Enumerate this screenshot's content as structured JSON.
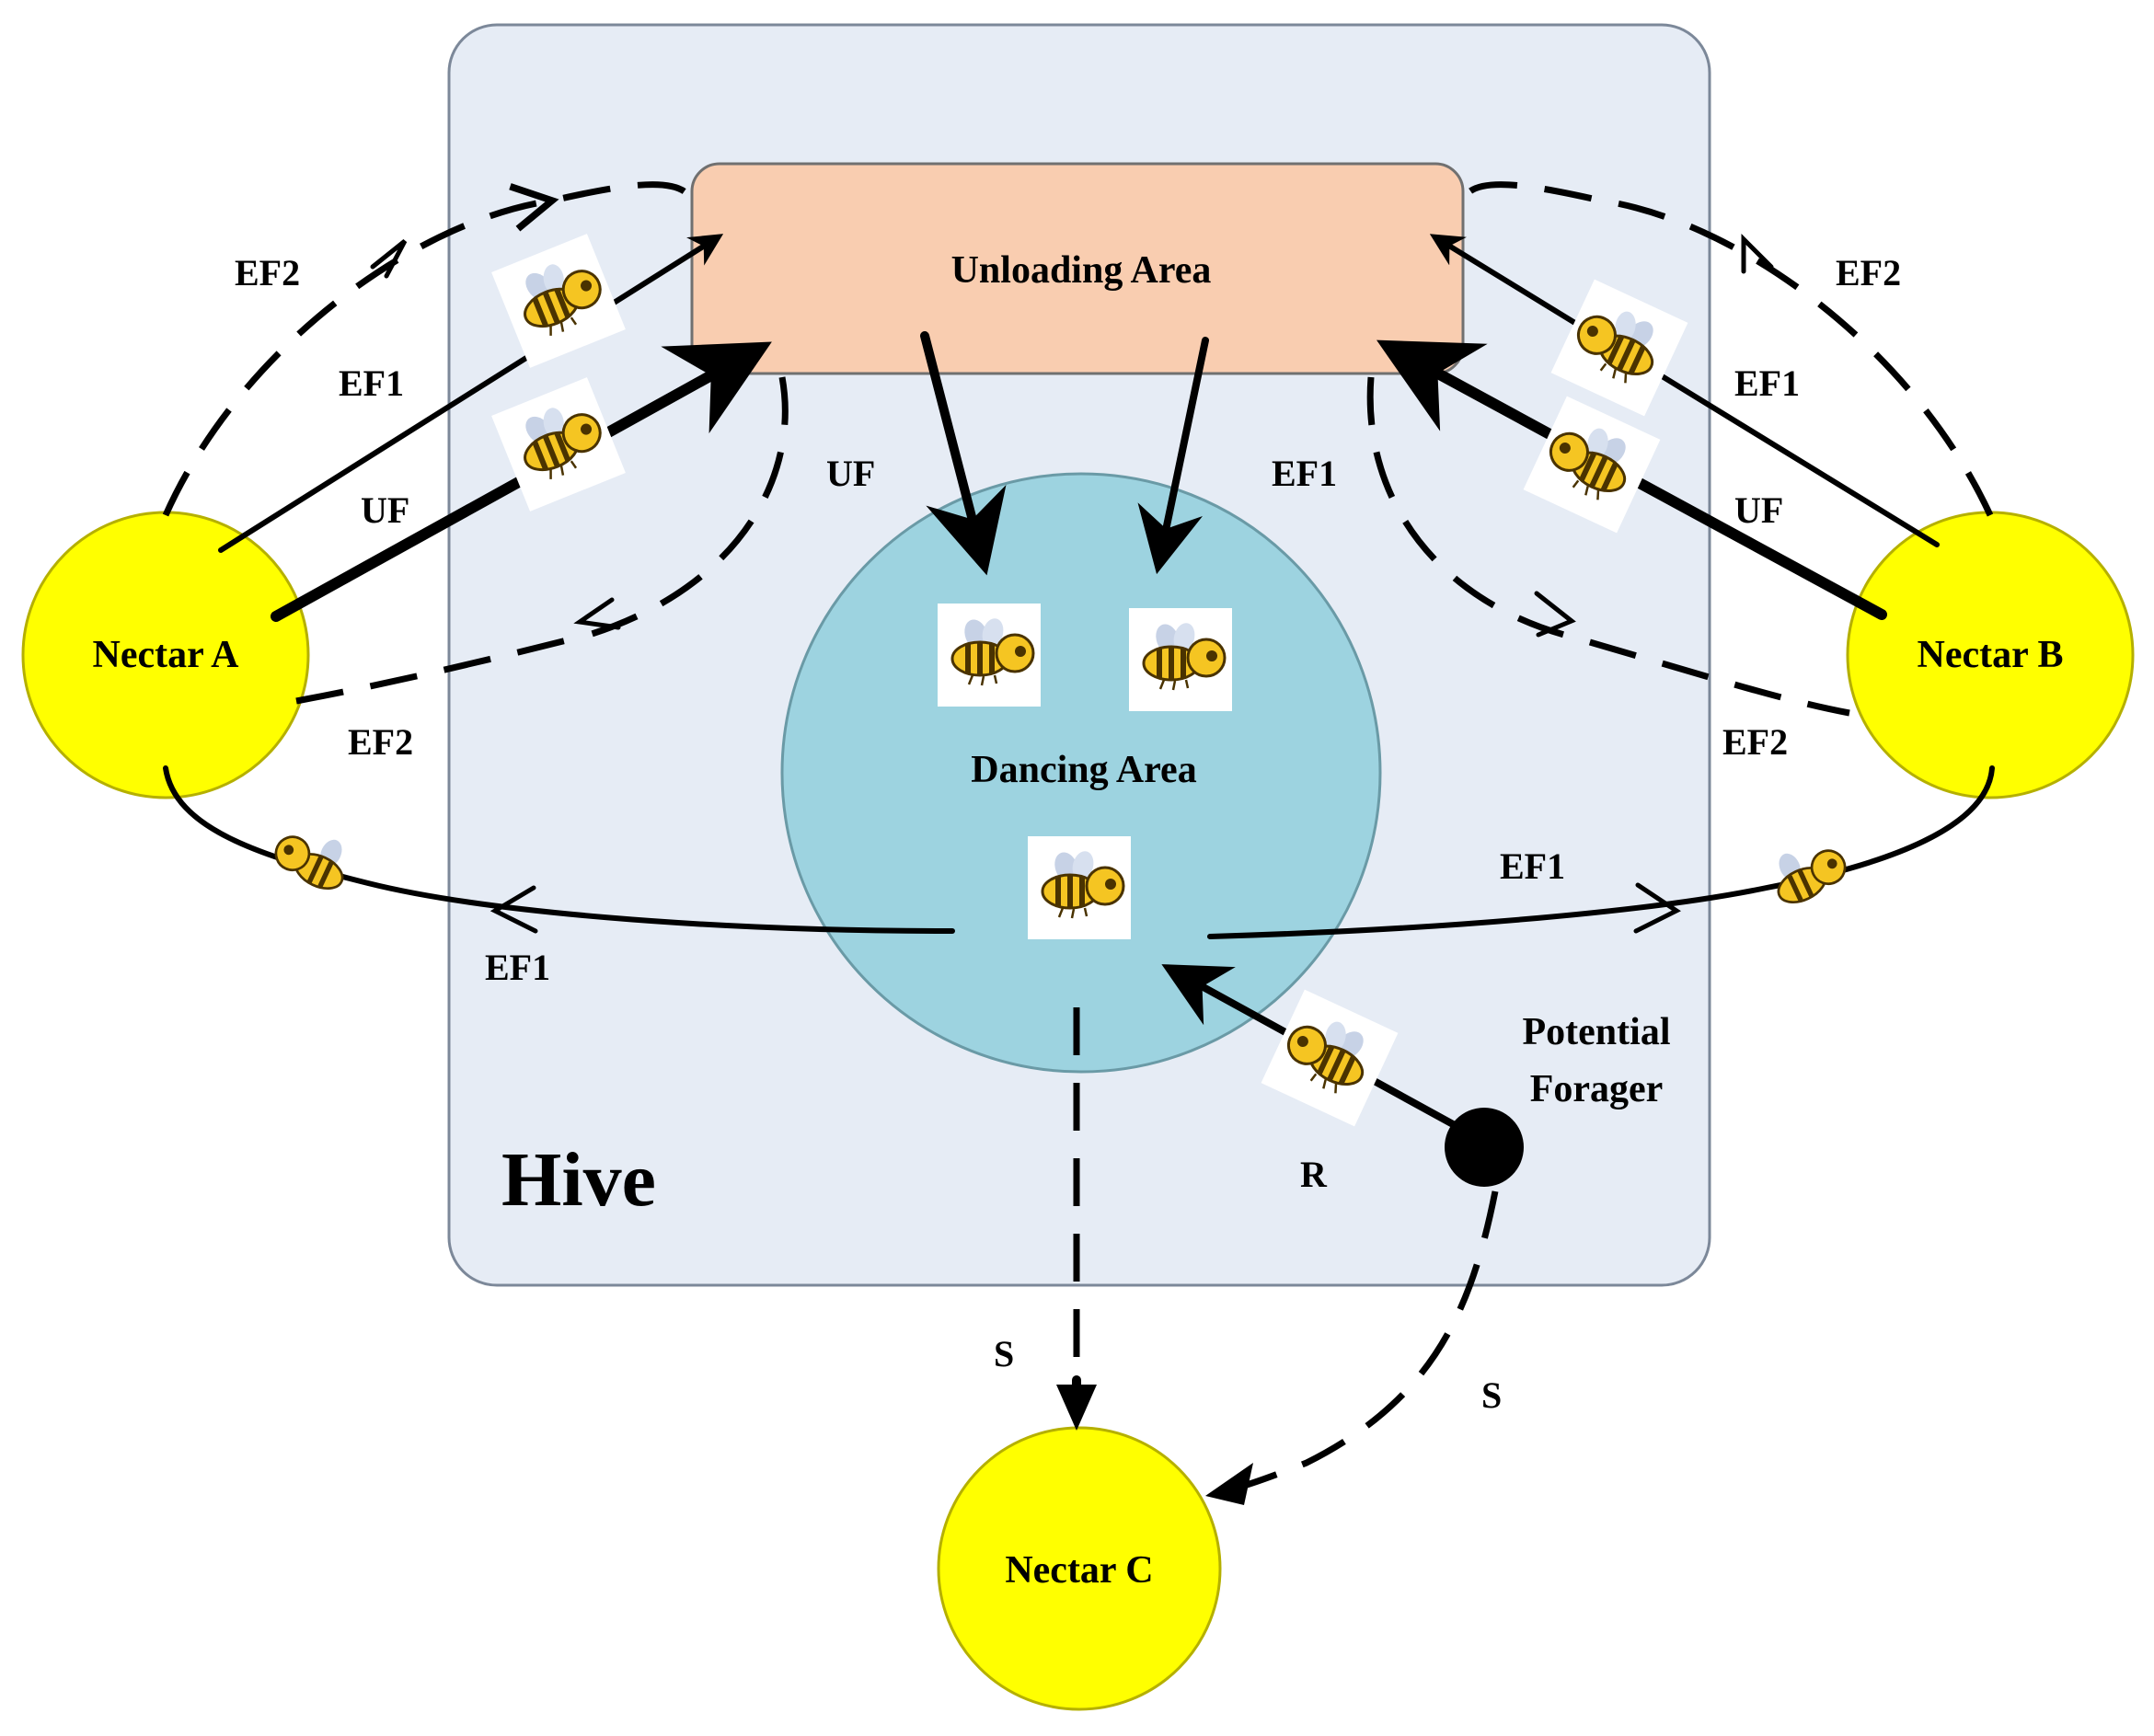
{
  "hive": {
    "label": "Hive",
    "color": "#e6ecf5"
  },
  "unloading_area": {
    "label": "Unloading Area",
    "color": "#f9cdb0"
  },
  "dancing_area": {
    "label": "Dancing Area",
    "color": "#9dd3e0"
  },
  "nectar_sources": [
    {
      "label": "Nectar A",
      "color": "#ffff00"
    },
    {
      "label": "Nectar B",
      "color": "#ffff00"
    },
    {
      "label": "Nectar C",
      "color": "#ffff00"
    }
  ],
  "potential_forager": {
    "label_line1": "Potential",
    "label_line2": "Forager"
  },
  "edge_labels": {
    "a_ef2_top": "EF2",
    "a_ef1": "EF1",
    "a_uf": "UF",
    "a_uf_return": "UF",
    "a_ef2_bottom": "EF2",
    "a_ef1_bottom": "EF1",
    "b_ef2_top": "EF2",
    "b_ef1": "EF1",
    "b_uf": "UF",
    "b_ef1_return": "EF1",
    "b_ef2_bottom": "EF2",
    "b_ef1_bottom": "EF1",
    "recruit": "R",
    "scout_left": "S",
    "scout_right": "S"
  }
}
